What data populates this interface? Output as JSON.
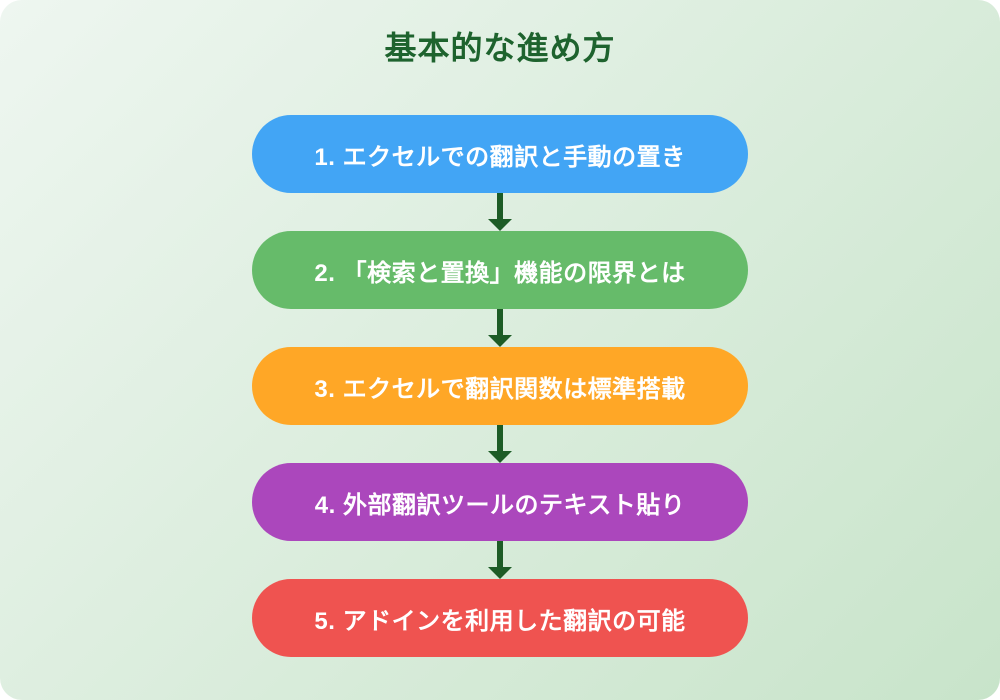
{
  "page": {
    "title": "基本的な進め方",
    "colors": {
      "background_start": "#eef6f0",
      "background_end": "#c8e4ca",
      "title_text": "#1e632e",
      "arrow": "#1d5c26",
      "step_text": "#ffffff"
    },
    "steps": [
      {
        "label": "1. エクセルでの翻訳と手動の置き",
        "color": "#42a5f5"
      },
      {
        "label": "2. 「検索と置換」機能の限界とは",
        "color": "#66bb6a"
      },
      {
        "label": "3. エクセルで翻訳関数は標準搭載",
        "color": "#ffa726"
      },
      {
        "label": "4. 外部翻訳ツールのテキスト貼り",
        "color": "#ab47bc"
      },
      {
        "label": "5. アドインを利用した翻訳の可能",
        "color": "#ef5350"
      }
    ]
  }
}
